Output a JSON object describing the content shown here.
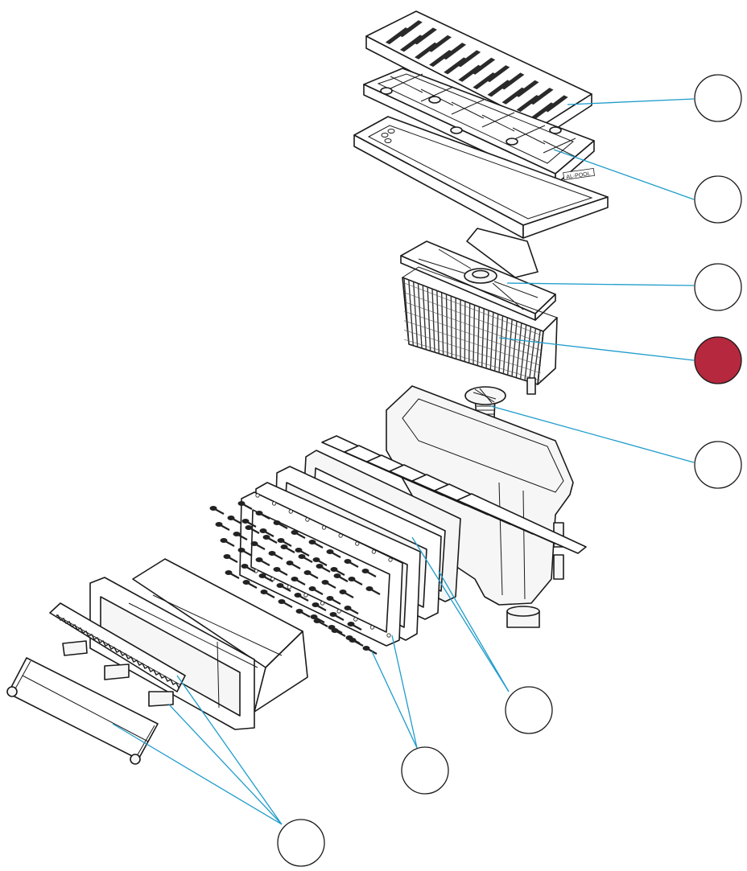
{
  "diagram": {
    "colors": {
      "leader": "#1e9ccb",
      "callout_fill": "#ffffff",
      "callout_highlight": "#b5283d",
      "outline": "#1a1a1a"
    },
    "callouts": [
      {
        "id": "grate",
        "highlighted": false
      },
      {
        "id": "grate-frame",
        "highlighted": false
      },
      {
        "id": "basket-lid",
        "highlighted": false
      },
      {
        "id": "basket",
        "highlighted": true
      },
      {
        "id": "level-adjuster",
        "highlighted": false
      },
      {
        "id": "mouth-gaskets",
        "highlighted": false
      },
      {
        "id": "flange-screws",
        "highlighted": false
      },
      {
        "id": "front-extension-flap",
        "highlighted": false
      }
    ],
    "logo_text": "AL-POOL"
  }
}
